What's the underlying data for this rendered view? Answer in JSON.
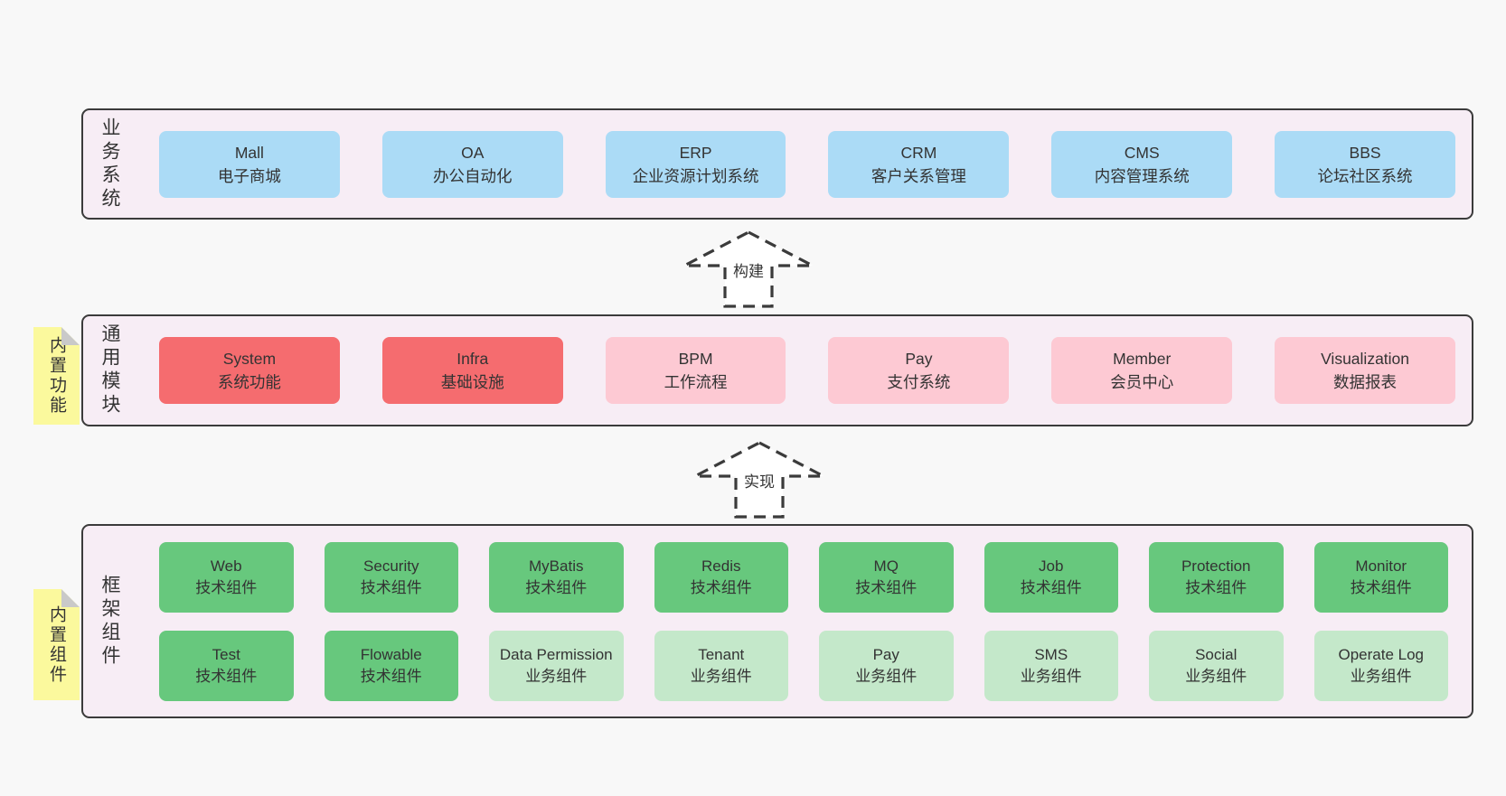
{
  "colors": {
    "page_bg": "#f8f8f8",
    "layer_bg": "#f7edf5",
    "layer_border": "#3b3b3b",
    "business_box_blue": "#abdbf6",
    "core_module_red": "#f56c6f",
    "module_pink": "#fdc9d3",
    "tech_component_green": "#67c87d",
    "biz_component_lightgreen": "#c4e8ca",
    "note_yellow": "#fbf99d",
    "note_fold_gray": "#c9c9c9",
    "text": "#333333"
  },
  "layers": [
    {
      "label": "业务系统",
      "boxes": [
        {
          "en": "Mall",
          "zh": "电子商城"
        },
        {
          "en": "OA",
          "zh": "办公自动化"
        },
        {
          "en": "ERP",
          "zh": "企业资源计划系统"
        },
        {
          "en": "CRM",
          "zh": "客户关系管理"
        },
        {
          "en": "CMS",
          "zh": "内容管理系统"
        },
        {
          "en": "BBS",
          "zh": "论坛社区系统"
        }
      ]
    },
    {
      "label": "通用模块",
      "boxes": [
        {
          "en": "System",
          "zh": "系统功能"
        },
        {
          "en": "Infra",
          "zh": "基础设施"
        },
        {
          "en": "BPM",
          "zh": "工作流程"
        },
        {
          "en": "Pay",
          "zh": "支付系统"
        },
        {
          "en": "Member",
          "zh": "会员中心"
        },
        {
          "en": "Visualization",
          "zh": "数据报表"
        }
      ]
    },
    {
      "label": "框架组件",
      "boxes": [
        {
          "en": "Web",
          "zh": "技术组件"
        },
        {
          "en": "Security",
          "zh": "技术组件"
        },
        {
          "en": "MyBatis",
          "zh": "技术组件"
        },
        {
          "en": "Redis",
          "zh": "技术组件"
        },
        {
          "en": "MQ",
          "zh": "技术组件"
        },
        {
          "en": "Job",
          "zh": "技术组件"
        },
        {
          "en": "Protection",
          "zh": "技术组件"
        },
        {
          "en": "Monitor",
          "zh": "技术组件"
        },
        {
          "en": "Test",
          "zh": "技术组件"
        },
        {
          "en": "Flowable",
          "zh": "技术组件"
        },
        {
          "en": "Data Permission",
          "zh": "业务组件"
        },
        {
          "en": "Tenant",
          "zh": "业务组件"
        },
        {
          "en": "Pay",
          "zh": "业务组件"
        },
        {
          "en": "SMS",
          "zh": "业务组件"
        },
        {
          "en": "Social",
          "zh": "业务组件"
        },
        {
          "en": "Operate Log",
          "zh": "业务组件"
        }
      ]
    }
  ],
  "notes": [
    {
      "label": "内置功能"
    },
    {
      "label": "内置组件"
    }
  ],
  "arrows": [
    {
      "label": "构建"
    },
    {
      "label": "实现"
    }
  ]
}
